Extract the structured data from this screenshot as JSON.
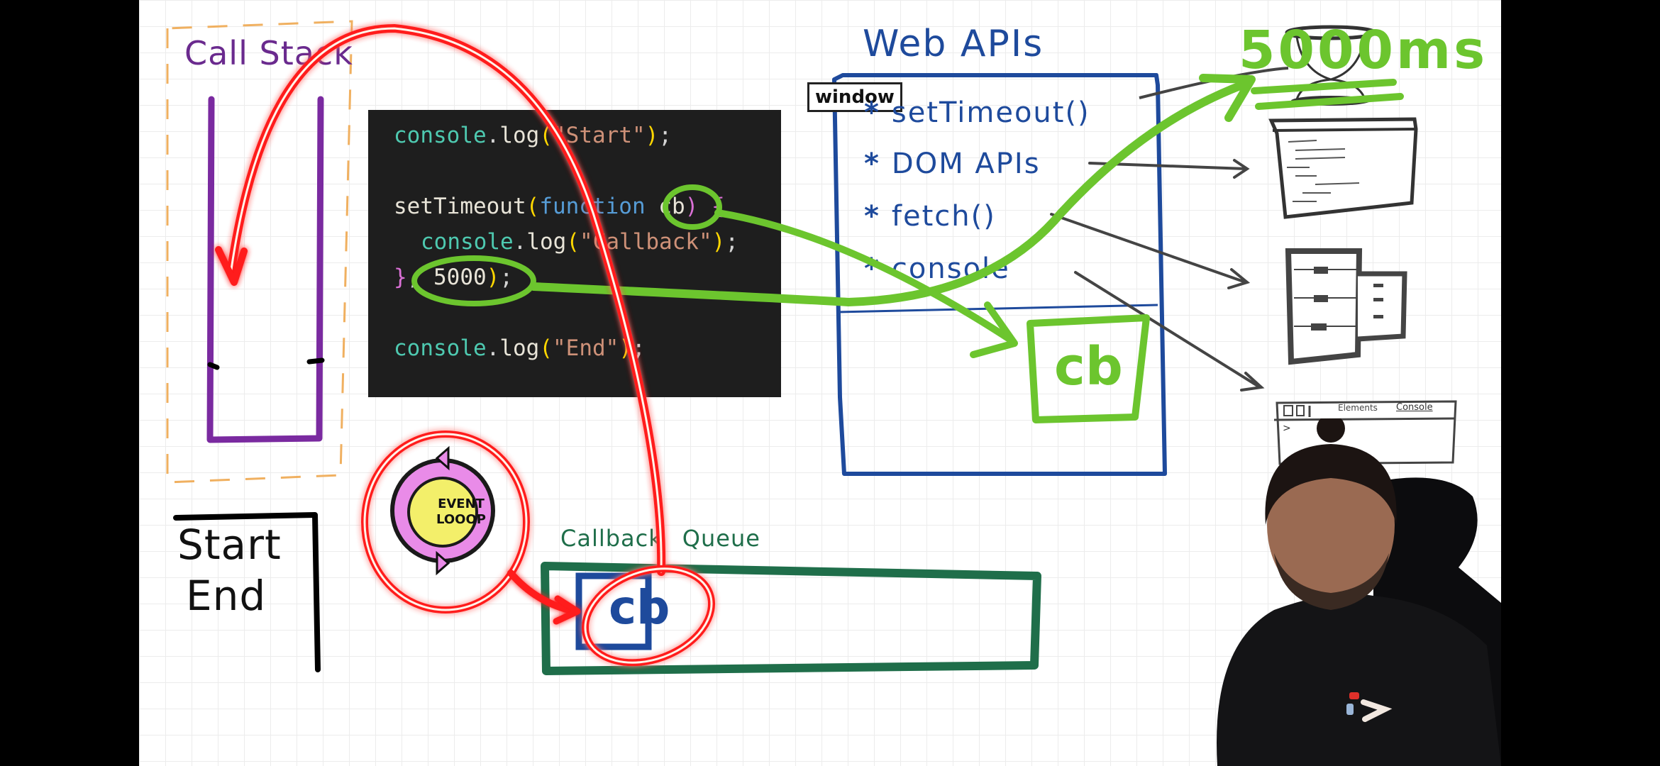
{
  "whiteboard": {
    "call_stack": {
      "title": "Call Stack"
    },
    "code": {
      "lines": [
        {
          "obj": "console",
          "dot": ".",
          "fn": "log",
          "open": "(",
          "arg": "\"Start\"",
          "close": ")",
          "end": ";"
        },
        {
          "fn": "setTimeout",
          "open": "(",
          "kw": "function",
          "param": "cb",
          "sig_end": ") {"
        },
        {
          "obj": "console",
          "dot": ".",
          "fn": "log",
          "open": "(",
          "arg": "\"Callback\"",
          "close": ")",
          "end": ";"
        },
        {
          "brace": "}",
          "sep": ", ",
          "num": "5000",
          "close": ")",
          "end": ";"
        },
        {
          "obj": "console",
          "dot": ".",
          "fn": "log",
          "open": "(",
          "arg": "\"End\"",
          "close": ")",
          "end": ";"
        }
      ]
    },
    "console_output": {
      "lines": [
        "Start",
        "End"
      ]
    },
    "web_apis": {
      "title": "Web APIs",
      "window_label": "window",
      "items": [
        {
          "bullet": "*",
          "label": "setTimeout()"
        },
        {
          "bullet": "*",
          "label": "DOM APIs"
        },
        {
          "bullet": "*",
          "label": "fetch()"
        },
        {
          "bullet": "*",
          "label": "console"
        }
      ],
      "timer_callback": "cb"
    },
    "timer": {
      "label": "5000ms"
    },
    "event_loop": {
      "line1": "EVENT",
      "line2": "LOOOP"
    },
    "callback_queue": {
      "word1": "Callback",
      "word2": "Queue",
      "items": [
        "cb"
      ]
    },
    "devtools_sketch": {
      "tab1": "Elements",
      "tab2": "Console",
      "prompt": ">"
    },
    "colors": {
      "call_stack": "#6a2a8e",
      "web_apis": "#1e4a9c",
      "annotation_green": "#6cc52e",
      "annotation_red": "#ff1a1a",
      "queue_green": "#1f6e4a",
      "event_loop_yellow": "#f3ef6a",
      "event_loop_pink": "#e98be8"
    }
  }
}
